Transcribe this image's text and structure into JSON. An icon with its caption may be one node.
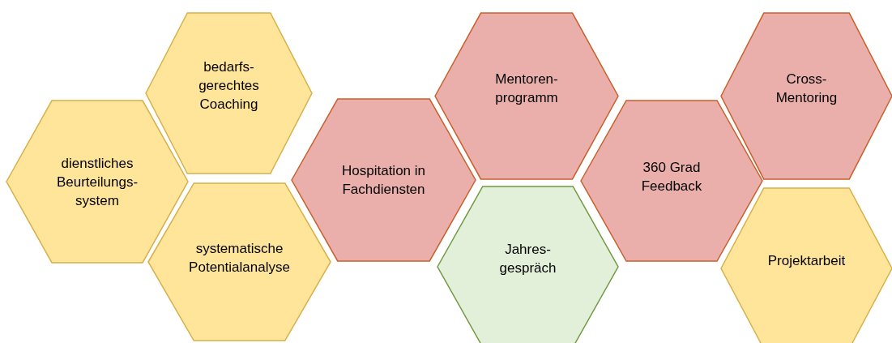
{
  "diagram": {
    "nodes": [
      {
        "text": [
          "dienstliches Beurteilungs-system"
        ]
      },
      {
        "text": [
          "bedarfs-gerechtes Coaching"
        ]
      },
      {
        "text": [
          "systematische Potentialanalyse"
        ]
      },
      {
        "text": [
          "Hospitation in Fachdiensten"
        ]
      },
      {
        "text": [
          "Mentoren-programm"
        ]
      },
      {
        "text": [
          "Jahres-gespräch"
        ]
      },
      {
        "text": [
          "360 Grad Feedback"
        ]
      },
      {
        "text": [
          "Cross-Mentoring"
        ]
      },
      {
        "text": [
          "Projektarbeit"
        ]
      }
    ]
  }
}
